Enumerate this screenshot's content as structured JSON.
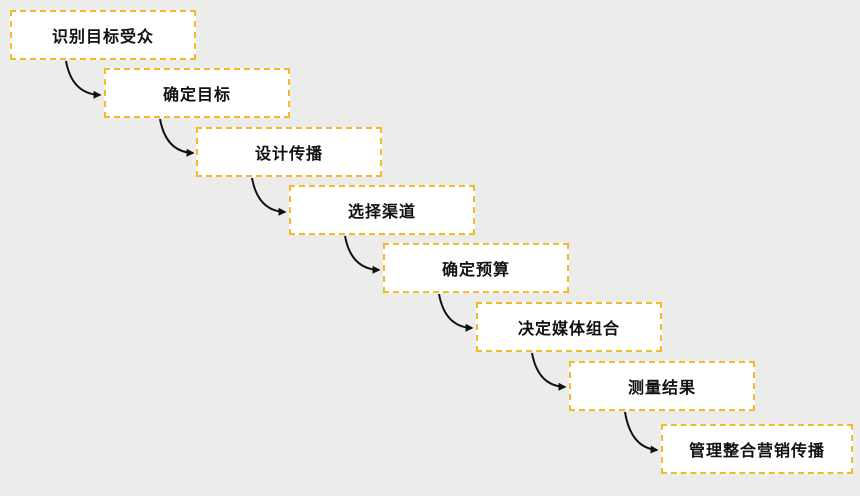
{
  "steps": [
    {
      "label": "识别目标受众"
    },
    {
      "label": "确定目标"
    },
    {
      "label": "设计传播"
    },
    {
      "label": "选择渠道"
    },
    {
      "label": "确定预算"
    },
    {
      "label": "决定媒体组合"
    },
    {
      "label": "测量结果"
    },
    {
      "label": "管理整合营销传播"
    }
  ],
  "colors": {
    "background": "#ececea",
    "box_fill": "#ffffff",
    "box_border": "#f2b92a",
    "arrow": "#111111",
    "text": "#111111"
  }
}
